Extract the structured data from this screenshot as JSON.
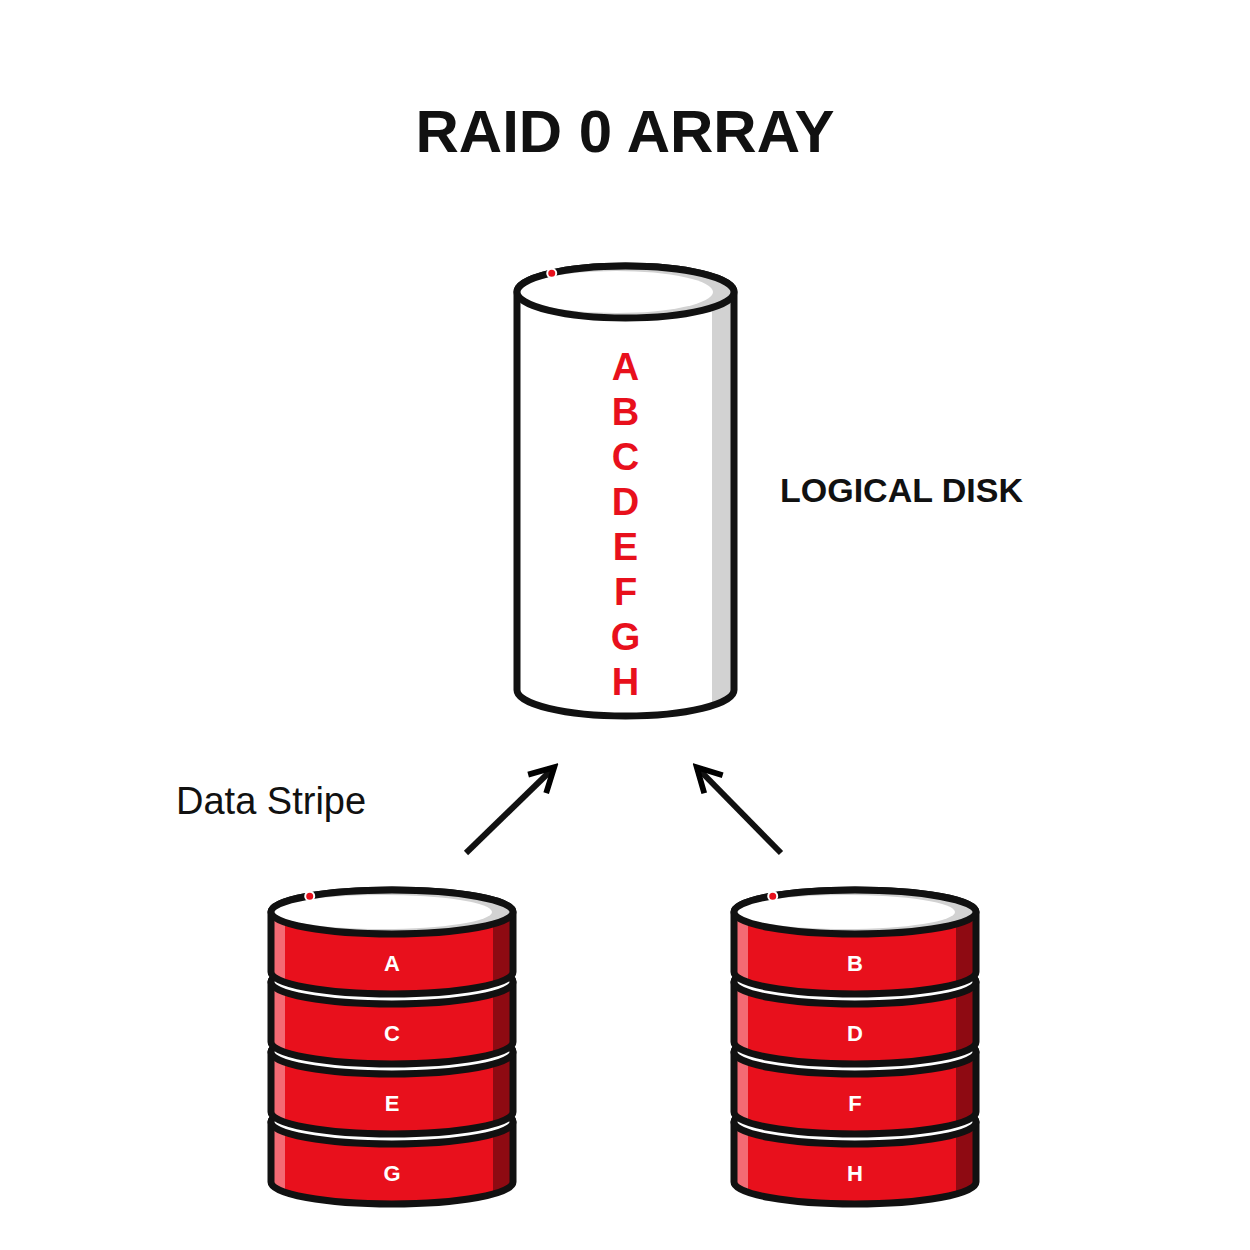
{
  "diagram": {
    "title": "RAID 0 ARRAY",
    "nodes": [
      {
        "text": [
          "A B C D E F G H",
          "LOGICAL DISK"
        ]
      },
      {
        "text": [
          "A"
        ]
      },
      {
        "text": [
          "C"
        ]
      },
      {
        "text": [
          "E"
        ]
      },
      {
        "text": [
          "G"
        ]
      },
      {
        "text": [
          "B"
        ]
      },
      {
        "text": [
          "D"
        ]
      },
      {
        "text": [
          "F"
        ]
      },
      {
        "text": [
          "H"
        ]
      }
    ],
    "edges": [
      {
        "from": 1,
        "to": 0,
        "arrow": "to"
      },
      {
        "from": 5,
        "to": 0,
        "arrow": "to"
      }
    ],
    "labels": [
      "Data Stripe"
    ]
  }
}
